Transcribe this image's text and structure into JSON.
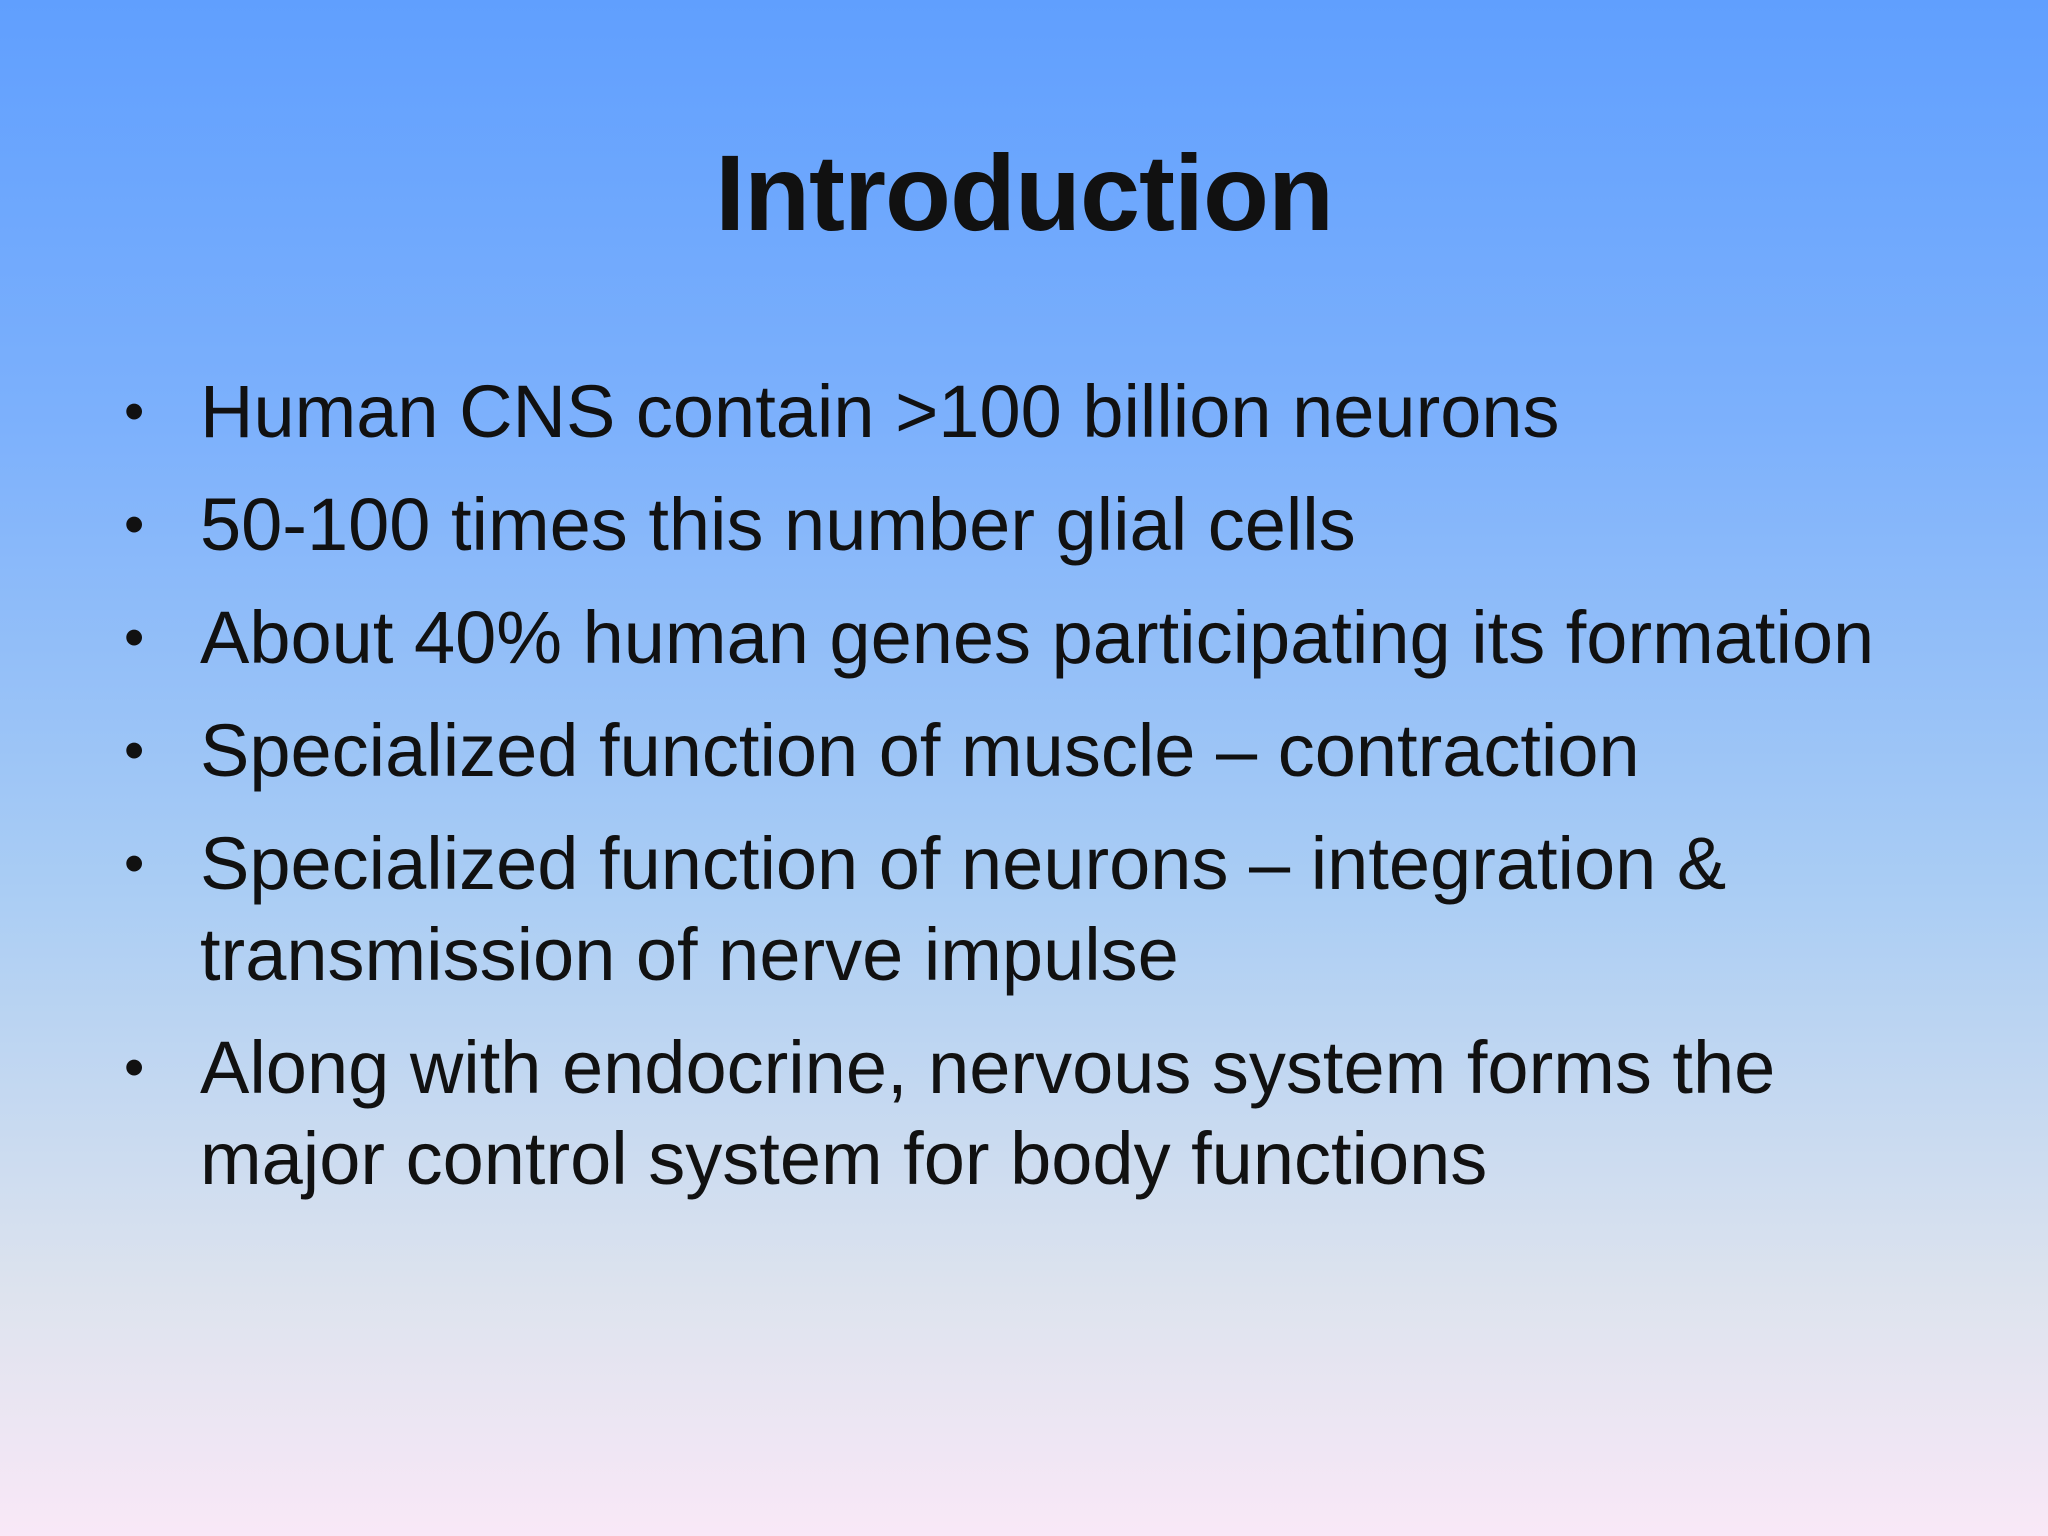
{
  "slide": {
    "title": "Introduction",
    "bullet_glyph": "•",
    "bullets": [
      "Human CNS contain >100 billion neurons",
      "50-100 times this number glial cells",
      "About 40% human genes participating its formation",
      "Specialized function of muscle – contraction",
      "Specialized function of neurons – integration & transmission of nerve impulse",
      "Along with endocrine, nervous system forms the major control system for body functions"
    ]
  },
  "colors": {
    "background_top": "#609ffe",
    "background_bottom": "#f9e8f7",
    "text": "#111111"
  }
}
